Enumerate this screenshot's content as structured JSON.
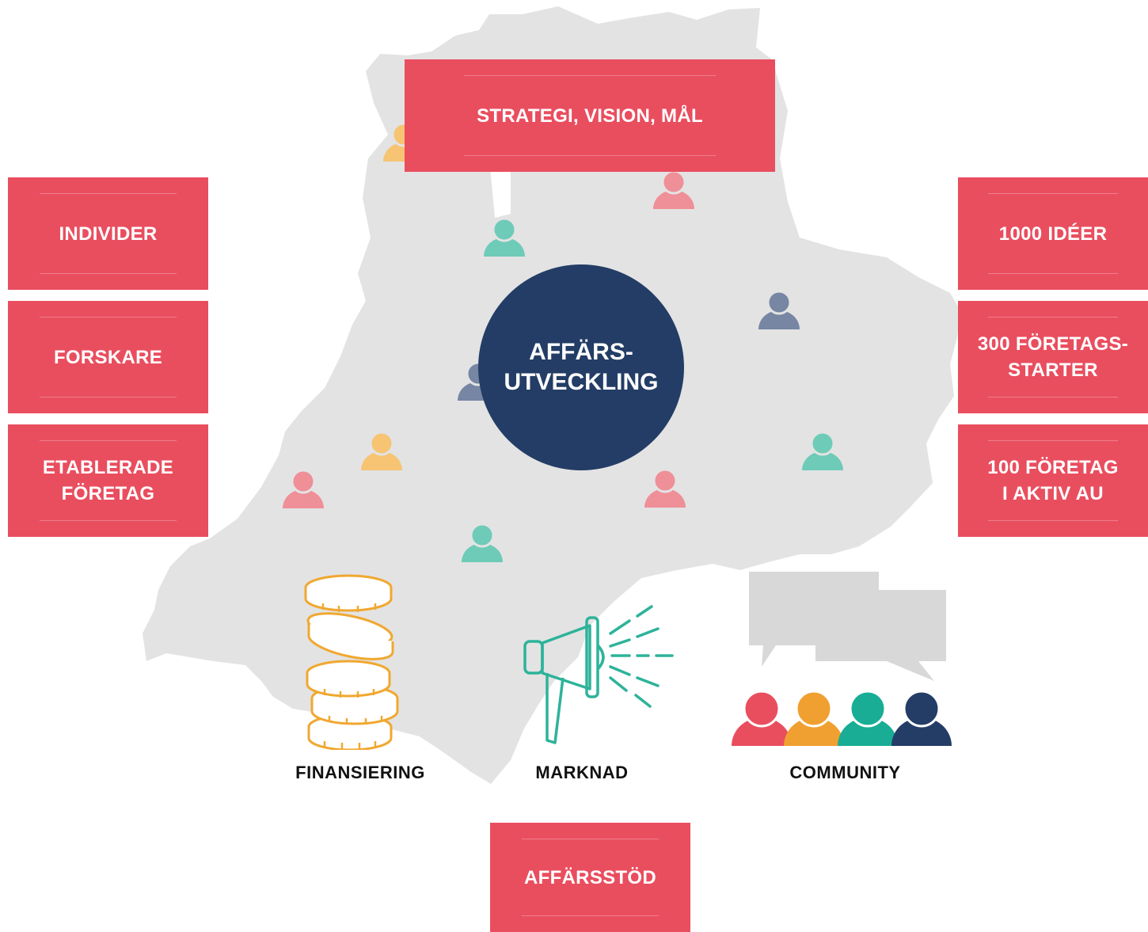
{
  "center": {
    "label": "AFFÄRS-\nUTVECKLING"
  },
  "top_box": {
    "label": "STRATEGI, VISION, MÅL"
  },
  "left_boxes": [
    "INDIVIDER",
    "FORSKARE",
    "ETABLERADE\nFÖRETAG"
  ],
  "right_boxes": [
    "1000 IDÉER",
    "300 FÖRETAGS-\nSTARTER",
    "100 FÖRETAG\nI AKTIV AU"
  ],
  "bottom_box": {
    "label": "AFFÄRSSTÖD"
  },
  "icons": {
    "financing": {
      "icon": "coin-stack-icon",
      "label": "FINANSIERING"
    },
    "market": {
      "icon": "megaphone-icon",
      "label": "MARKNAD"
    },
    "community": {
      "icon": "people-group-icon",
      "label": "COMMUNITY"
    }
  },
  "colors": {
    "box": "#e94e5f",
    "circle": "#233d66",
    "map": "#e3e3e3",
    "coins": "#f0a830",
    "megaphone": "#2db39a"
  }
}
